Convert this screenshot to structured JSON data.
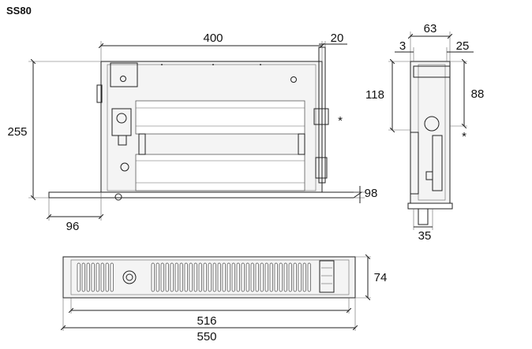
{
  "title": "SS80",
  "dimensions": {
    "front_width": "400",
    "front_pipe": "20",
    "front_height": "255",
    "front_offset": "96",
    "front_plinth": "98",
    "side_total": "63",
    "side_left": "3",
    "side_right": "25",
    "side_left_height": "118",
    "side_right_height": "88",
    "side_bottom": "35",
    "plan_inner": "516",
    "plan_outer": "550",
    "plan_depth": "74"
  },
  "markers": {
    "front_asterisk": "*",
    "side_asterisk": "*"
  }
}
